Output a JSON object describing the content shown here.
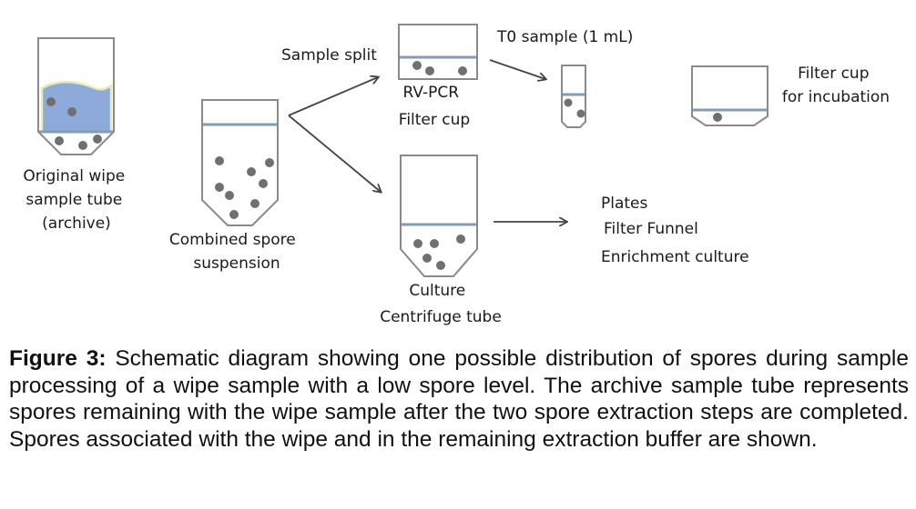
{
  "labels": {
    "original_tube": [
      "Original wipe",
      "sample tube",
      "(archive)"
    ],
    "combined": [
      "Combined spore",
      "suspension"
    ],
    "sample_split": "Sample split",
    "rvpcr": [
      "RV-PCR",
      "Filter cup"
    ],
    "t0": "T0 sample (1 mL)",
    "filter_incubation": [
      "Filter cup",
      "for incubation"
    ],
    "culture": [
      "Culture",
      "Centrifuge tube"
    ],
    "outputs": [
      "Plates",
      "Filter Funnel",
      "Enrichment culture"
    ]
  },
  "caption": {
    "figure_label": "Figure 3:",
    "text": "Schematic diagram showing one possible distribution of spores during sample processing of a wipe sample with a low spore level. The archive sample tube represents spores remaining with the wipe sample after the two spore extraction steps are completed. Spores associated with the wipe and in the remaining extraction buffer are shown."
  },
  "colors": {
    "wipe_fill": "#8eaadb",
    "wipe_edge": "#e8ecb0",
    "liquid_line": "#7f9db4",
    "spore": "#707070",
    "tube_outline": "#8a8a8a"
  }
}
